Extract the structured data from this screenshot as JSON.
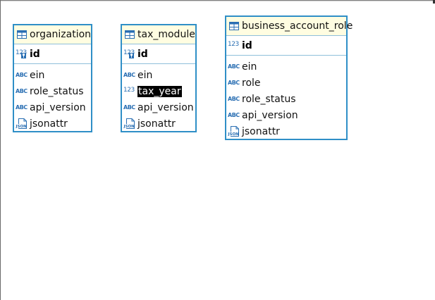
{
  "entities": [
    {
      "title": "organization",
      "pk": {
        "label": "id",
        "type_icon": "numeric-key-icon"
      },
      "columns": [
        {
          "label": "ein",
          "type_icon": "abc-icon"
        },
        {
          "label": "role_status",
          "type_icon": "abc-icon"
        },
        {
          "label": "api_version",
          "type_icon": "abc-icon"
        },
        {
          "label": "jsonattr",
          "type_icon": "json-icon"
        }
      ]
    },
    {
      "title": "tax_module",
      "pk": {
        "label": "id",
        "type_icon": "numeric-key-icon"
      },
      "columns": [
        {
          "label": "ein",
          "type_icon": "abc-icon"
        },
        {
          "label": "tax_year",
          "type_icon": "numeric-icon",
          "selected": true
        },
        {
          "label": "api_version",
          "type_icon": "abc-icon"
        },
        {
          "label": "jsonattr",
          "type_icon": "json-icon"
        }
      ]
    },
    {
      "title": "business_account_role",
      "pk": {
        "label": "id",
        "type_icon": "numeric-icon"
      },
      "columns": [
        {
          "label": "ein",
          "type_icon": "abc-icon"
        },
        {
          "label": "role",
          "type_icon": "abc-icon"
        },
        {
          "label": "role_status",
          "type_icon": "abc-icon"
        },
        {
          "label": "api_version",
          "type_icon": "abc-icon"
        },
        {
          "label": "jsonattr",
          "type_icon": "json-icon"
        }
      ]
    }
  ],
  "icon_glyphs": {
    "abc": "ABC",
    "num": "123"
  },
  "colors": {
    "entity_border": "#2f8fc7",
    "header_bg": "#fffde1",
    "icon_blue": "#2a6fb3",
    "selection_bg": "#000000"
  }
}
